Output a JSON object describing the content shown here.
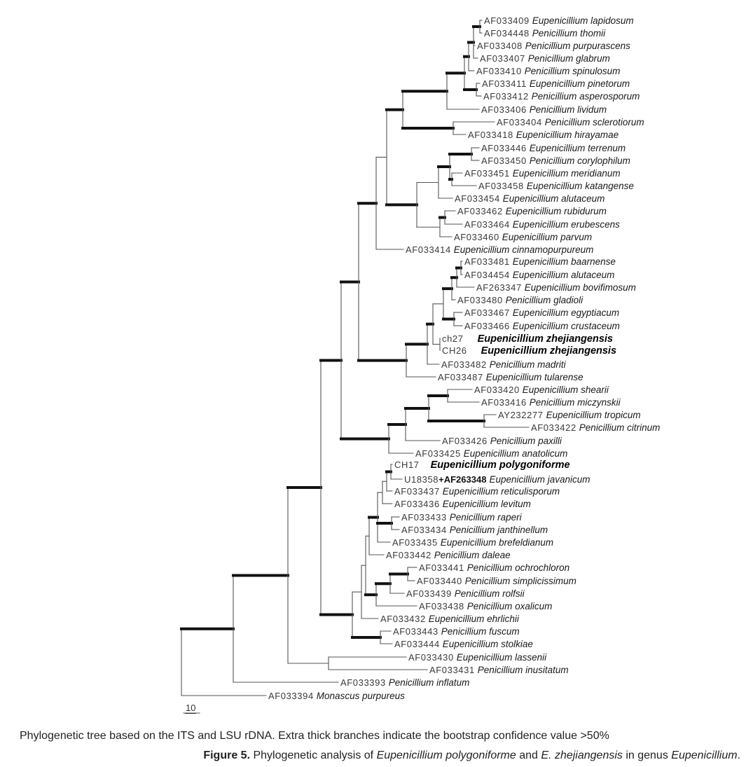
{
  "leaves": [
    {
      "acc": "AF033409",
      "species": "Eupenicillium lapidosum"
    },
    {
      "acc": "AF034448",
      "species": "Penicillium thomii"
    },
    {
      "acc": "AF033408",
      "species": "Penicillium purpurascens"
    },
    {
      "acc": "AF033407",
      "species": "Penicillium glabrum"
    },
    {
      "acc": "AF033410",
      "species": "Penicillium spinulosum"
    },
    {
      "acc": "AF033411",
      "species": "Eupenicillium pinetorum"
    },
    {
      "acc": "AF033412",
      "species": "Penicillium asperosporum"
    },
    {
      "acc": "AF033406",
      "species": "Penicillium lividum"
    },
    {
      "acc": "AF033404",
      "species": "Penicillium sclerotiorum"
    },
    {
      "acc": "AF033418",
      "species": "Eupenicillium hirayamae"
    },
    {
      "acc": "AF033446",
      "species": "Eupenicillium terrenum"
    },
    {
      "acc": "AF033450",
      "species": "Penicillium corylophilum"
    },
    {
      "acc": "AF033451",
      "species": "Eupenicillium meridianum"
    },
    {
      "acc": "AF033458",
      "species": "Eupenicillium katangense"
    },
    {
      "acc": "AF033454",
      "species": "Eupenicillium alutaceum"
    },
    {
      "acc": "AF033462",
      "species": "Eupenicillium rubidurum"
    },
    {
      "acc": "AF033464",
      "species": "Eupenicillium erubescens"
    },
    {
      "acc": "AF033460",
      "species": "Eupenicillium parvum"
    },
    {
      "acc": "AF033414",
      "species": "Eupenicillium cinnamopurpureum"
    },
    {
      "acc": "AF033481",
      "species": "Eupenicillium baarnense"
    },
    {
      "acc": "AF034454",
      "species": "Eupenicillium alutaceum"
    },
    {
      "acc": "AF263347",
      "species": "Eupenicillium bovifimosum"
    },
    {
      "acc": "AF033480",
      "species": "Penicillium gladioli"
    },
    {
      "acc": "AF033467",
      "species": "Eupenicillium egyptiacum"
    },
    {
      "acc": "AF033466",
      "species": "Eupenicillium crustaceum"
    },
    {
      "acc": "ch27",
      "species": "Eupenicillium zhejiangensis",
      "bold": true
    },
    {
      "acc": "CH26",
      "species": "Eupenicillium zhejiangensis",
      "bold": true
    },
    {
      "acc": "AF033482",
      "species": "Penicillium madriti"
    },
    {
      "acc": "AF033487",
      "species": "Eupenicillium tularense"
    },
    {
      "acc": "AF033420",
      "species": "Eupenicillium shearii"
    },
    {
      "acc": "AF033416",
      "species": "Penicillium miczynskii"
    },
    {
      "acc": "AY232277",
      "species": "Eupenicillium tropicum"
    },
    {
      "acc": "AF033422",
      "species": "Penicillium citrinum"
    },
    {
      "acc": "AF033426",
      "species": "Penicillium paxilli"
    },
    {
      "acc": "AF033425",
      "species": "Eupenicillium anatolicum"
    },
    {
      "acc": "CH17",
      "species": "Eupenicillium polygoniforme",
      "bold": true
    },
    {
      "acc": "U18358",
      "acc_bold": "+AF263348",
      "species": "Eupenicillium javanicum"
    },
    {
      "acc": "AF033437",
      "species": "Eupenicillium reticulisporum"
    },
    {
      "acc": "AF033436",
      "species": "Eupenicillium levitum"
    },
    {
      "acc": "AF033433",
      "species": "Penicillium raperi"
    },
    {
      "acc": "AF033434",
      "species": "Penicillium janthinellum"
    },
    {
      "acc": "AF033435",
      "species": "Eupenicillium brefeldianum"
    },
    {
      "acc": "AF033442",
      "species": "Penicillium daleae"
    },
    {
      "acc": "AF033441",
      "species": "Penicillium ochrochloron"
    },
    {
      "acc": "AF033440",
      "species": "Penicillium simplicissimum"
    },
    {
      "acc": "AF033439",
      "species": "Penicillium rolfsii"
    },
    {
      "acc": "AF033438",
      "species": "Penicillium oxalicum"
    },
    {
      "acc": "AF033432",
      "species": "Eupenicillium ehrlichii"
    },
    {
      "acc": "AF033443",
      "species": "Penicillium fuscum"
    },
    {
      "acc": "AF033444",
      "species": "Eupenicillium stolkiae"
    },
    {
      "acc": "AF033430",
      "species": "Eupenicillium lassenii"
    },
    {
      "acc": "AF033431",
      "species": "Penicillium inusitatum"
    },
    {
      "acc": "AF033393",
      "species": "Penicillium inflatum"
    },
    {
      "acc": "AF033394",
      "species": "Monascus purpureus"
    }
  ],
  "scale_bar": "10",
  "caption_tree": "Phylogenetic tree based on the ITS and LSU rDNA. Extra thick branches indicate the bootstrap confidence value >50%",
  "figure_caption": {
    "label": "Figure 5.",
    "t1": " Phylogenetic analysis of ",
    "i1": "Eupenicillium polygoniforme",
    "t2": " and ",
    "i2": "E. zhejiangensis",
    "t3": " in genus ",
    "i3": "Eupenicillium",
    "t4": "."
  },
  "colors": {
    "thin_branch": "#555555",
    "thick_branch": "#111111"
  }
}
